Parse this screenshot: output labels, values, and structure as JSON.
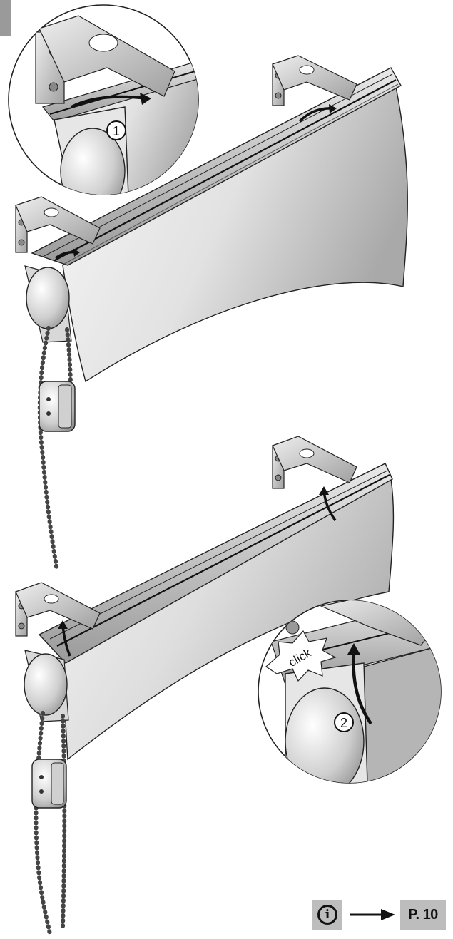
{
  "steps": {
    "step1_number": "1",
    "step2_number": "2",
    "click_label": "click"
  },
  "footer": {
    "info_symbol": "i",
    "page_reference": "P. 10"
  },
  "colors": {
    "fabric_light": "#f4f4f4",
    "fabric_dark": "#b4b4b4",
    "outline": "#222222",
    "label_box": "#bdbdbd"
  }
}
